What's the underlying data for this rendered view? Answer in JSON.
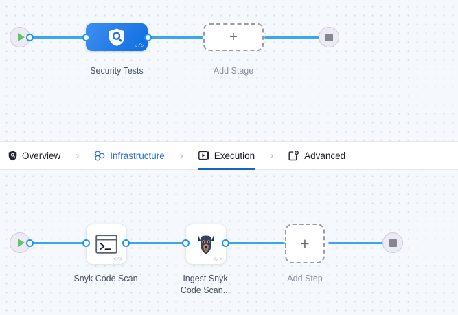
{
  "colors": {
    "canvas_bg": "#f5f9fd",
    "grid_dot": "#d5dde6",
    "connector": "#3aa5f0",
    "port_ring": "#1d96f0",
    "stage_node_from": "#3d8ef0",
    "stage_node_to": "#0f6ee0",
    "accent_tab_active": "#1a61c4",
    "tab_link": "#2a6fd6",
    "play_green": "#62c462",
    "stop_gray": "#86868f",
    "terminal_circle": "#eceaf4",
    "label_text": "#4a5263",
    "label_muted": "#8b92a0"
  },
  "stage_canvas": {
    "name": "pipeline-stage-canvas",
    "start_node": {
      "icon": "play-icon",
      "title": "Start"
    },
    "end_node": {
      "icon": "stop-icon",
      "title": "End"
    },
    "nodes": [
      {
        "id": "security-tests",
        "label": "Security Tests",
        "icon": "shield-scan-icon",
        "badge": "</>",
        "type": "stage",
        "selected": true
      },
      {
        "id": "add-stage",
        "label": "Add Stage",
        "icon": "plus-icon",
        "glyph": "+",
        "type": "add"
      }
    ]
  },
  "tab_bar": {
    "name": "pipeline-section-tabs",
    "separator": "›",
    "tabs": [
      {
        "id": "overview",
        "label": "Overview",
        "icon": "shield-icon",
        "state": "default"
      },
      {
        "id": "infrastructure",
        "label": "Infrastructure",
        "icon": "infrastructure-icon",
        "state": "link"
      },
      {
        "id": "execution",
        "label": "Execution",
        "icon": "execution-play-icon",
        "state": "active"
      },
      {
        "id": "advanced",
        "label": "Advanced",
        "icon": "advanced-gear-icon",
        "state": "default"
      }
    ]
  },
  "step_canvas": {
    "name": "pipeline-step-canvas",
    "start_node": {
      "icon": "play-icon",
      "title": "Start"
    },
    "end_node": {
      "icon": "stop-icon",
      "title": "End"
    },
    "nodes": [
      {
        "id": "snyk-code-scan",
        "label": "Snyk Code Scan",
        "icon": "terminal-icon",
        "badge": "</>",
        "type": "step"
      },
      {
        "id": "ingest-snyk-code-scan",
        "label": "Ingest Snyk\nCode Scan...",
        "icon": "doberman-icon",
        "badge": "</>",
        "type": "step"
      },
      {
        "id": "add-step",
        "label": "Add Step",
        "icon": "plus-icon",
        "glyph": "+",
        "type": "add"
      }
    ]
  }
}
